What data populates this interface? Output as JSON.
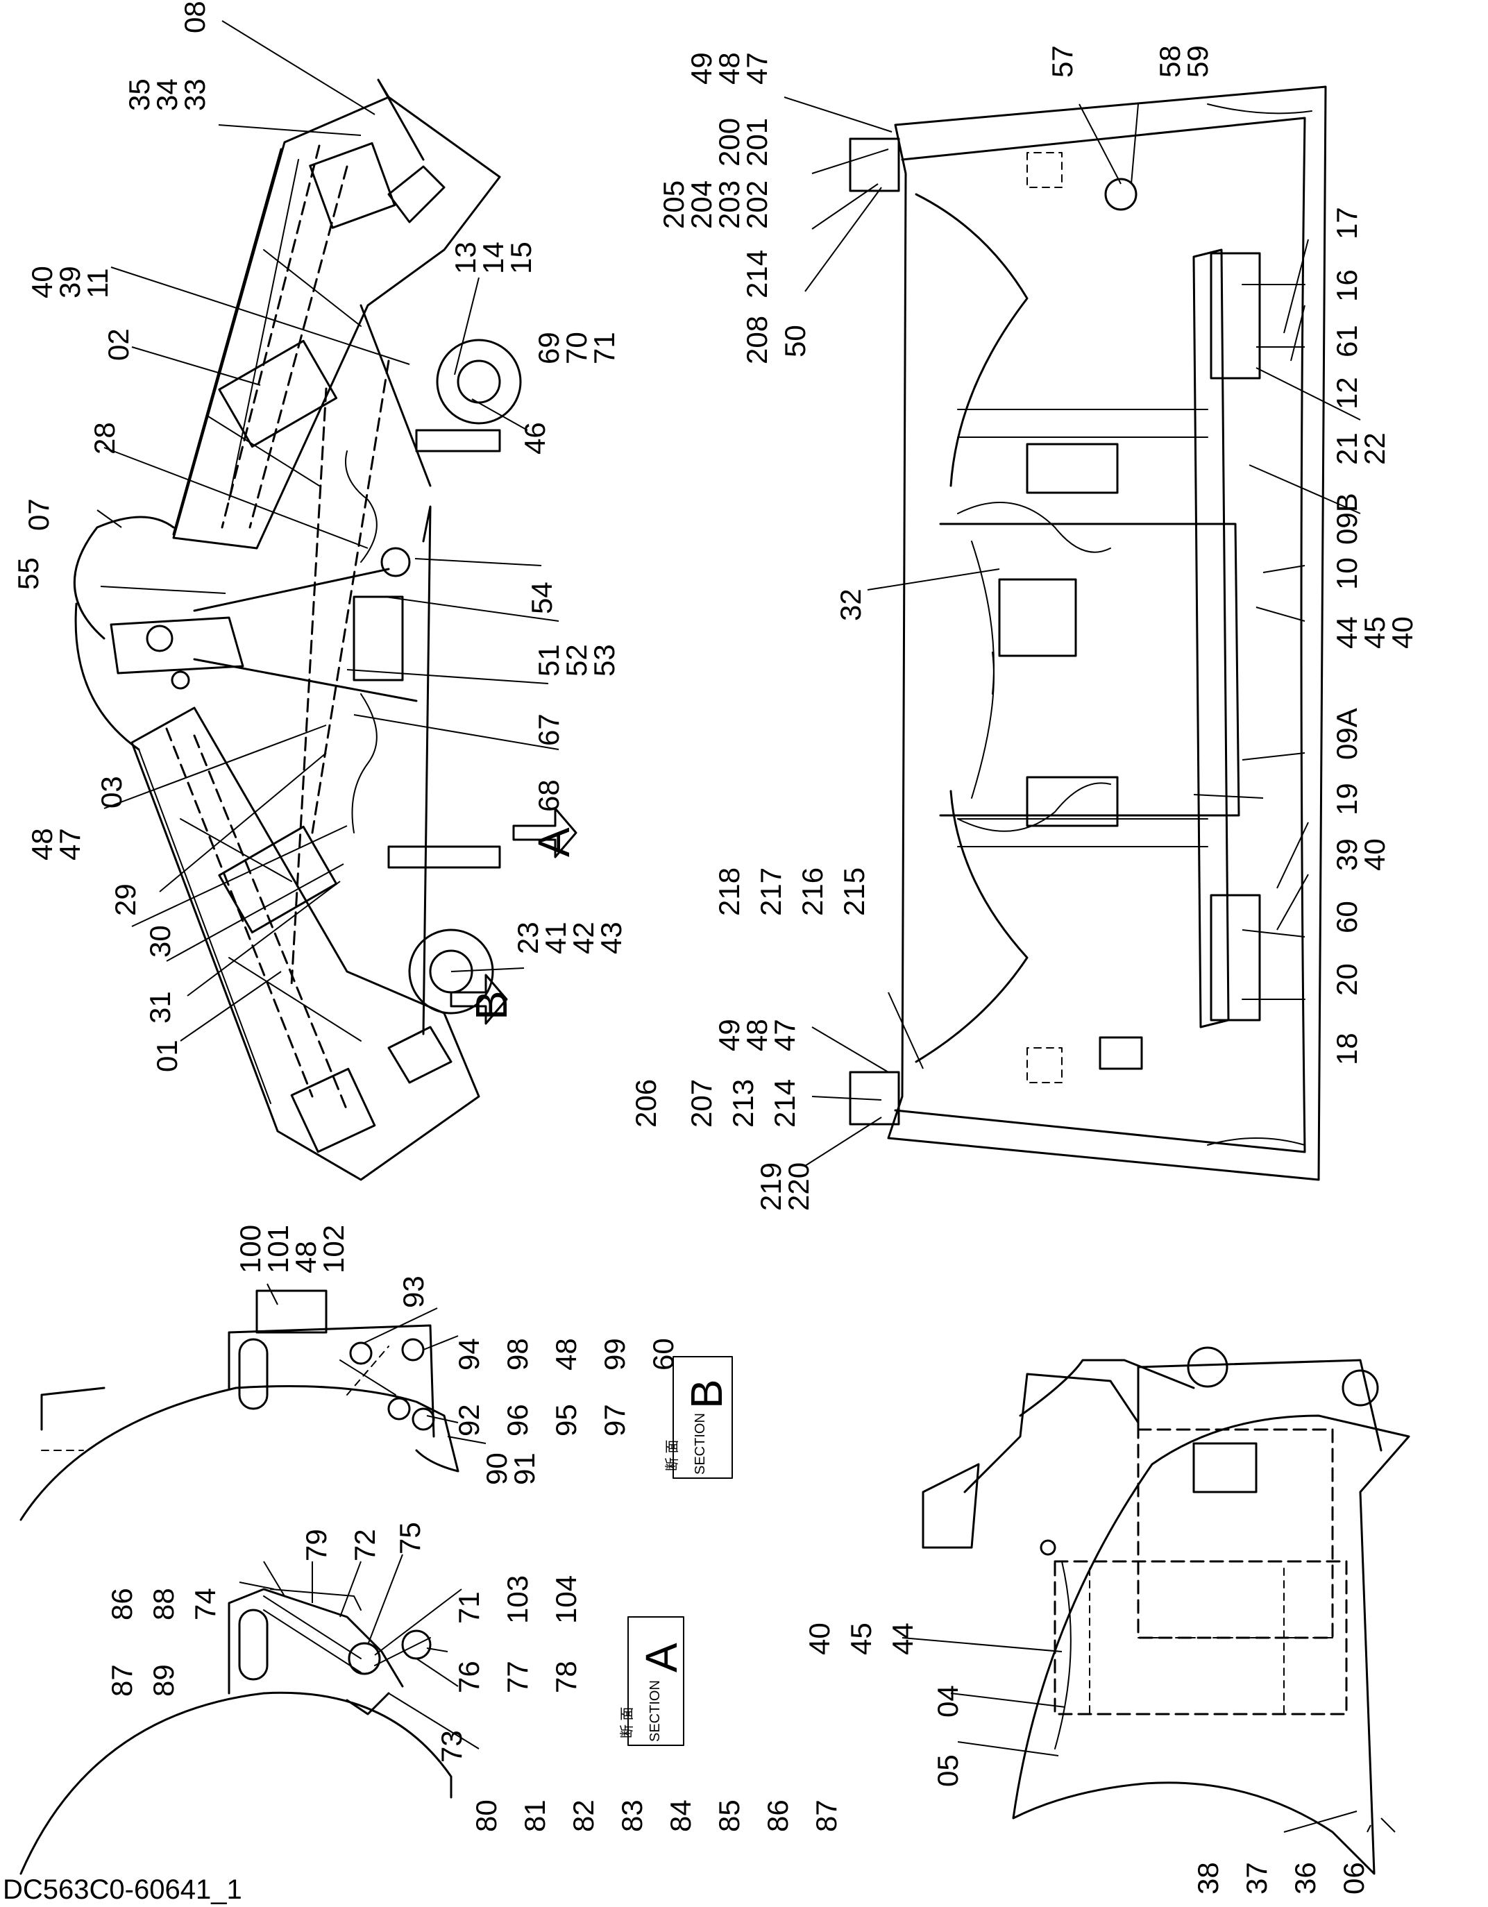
{
  "drawing_id": "DC563C0-60641_1",
  "upper_left_view": {
    "callouts": [
      {
        "id": "08",
        "label": "08"
      },
      {
        "id": "35",
        "label": "35"
      },
      {
        "id": "34",
        "label": "34"
      },
      {
        "id": "33",
        "label": "33"
      },
      {
        "id": "40",
        "label": "40"
      },
      {
        "id": "39",
        "label": "39"
      },
      {
        "id": "11",
        "label": "11"
      },
      {
        "id": "13",
        "label": "13"
      },
      {
        "id": "14",
        "label": "14"
      },
      {
        "id": "15",
        "label": "15"
      },
      {
        "id": "02",
        "label": "02"
      },
      {
        "id": "69",
        "label": "69"
      },
      {
        "id": "70",
        "label": "70"
      },
      {
        "id": "71",
        "label": "71"
      },
      {
        "id": "28",
        "label": "28"
      },
      {
        "id": "46",
        "label": "46"
      },
      {
        "id": "07",
        "label": "07"
      },
      {
        "id": "55",
        "label": "55"
      },
      {
        "id": "54",
        "label": "54"
      },
      {
        "id": "51",
        "label": "51"
      },
      {
        "id": "52",
        "label": "52"
      },
      {
        "id": "53",
        "label": "53"
      },
      {
        "id": "67",
        "label": "67"
      },
      {
        "id": "68",
        "label": "68"
      },
      {
        "id": "48",
        "label": "48"
      },
      {
        "id": "03",
        "label": "03"
      },
      {
        "id": "47",
        "label": "47"
      },
      {
        "id": "29",
        "label": "29"
      },
      {
        "id": "30",
        "label": "30"
      },
      {
        "id": "31",
        "label": "31"
      },
      {
        "id": "01",
        "label": "01"
      },
      {
        "id": "23",
        "label": "23"
      },
      {
        "id": "41",
        "label": "41"
      },
      {
        "id": "42",
        "label": "42"
      },
      {
        "id": "43",
        "label": "43"
      }
    ],
    "view_marks": [
      "A",
      "B"
    ]
  },
  "upper_right_view": {
    "callouts": [
      {
        "id": "49",
        "label": "49"
      },
      {
        "id": "48",
        "label": "48"
      },
      {
        "id": "47",
        "label": "47"
      },
      {
        "id": "57",
        "label": "57"
      },
      {
        "id": "58",
        "label": "58"
      },
      {
        "id": "59",
        "label": "59"
      },
      {
        "id": "200",
        "label": "200"
      },
      {
        "id": "201",
        "label": "201"
      },
      {
        "id": "205",
        "label": "205"
      },
      {
        "id": "204",
        "label": "204"
      },
      {
        "id": "203",
        "label": "203"
      },
      {
        "id": "202",
        "label": "202"
      },
      {
        "id": "214",
        "label": "214"
      },
      {
        "id": "208",
        "label": "208"
      },
      {
        "id": "50",
        "label": "50"
      },
      {
        "id": "17",
        "label": "17"
      },
      {
        "id": "16",
        "label": "16"
      },
      {
        "id": "61",
        "label": "61"
      },
      {
        "id": "12",
        "label": "12"
      },
      {
        "id": "21",
        "label": "21"
      },
      {
        "id": "22",
        "label": "22"
      },
      {
        "id": "09B",
        "label": "09B"
      },
      {
        "id": "32",
        "label": "32"
      },
      {
        "id": "10",
        "label": "10"
      },
      {
        "id": "44",
        "label": "44"
      },
      {
        "id": "45",
        "label": "45"
      },
      {
        "id": "40b",
        "label": "40"
      },
      {
        "id": "09A",
        "label": "09A"
      },
      {
        "id": "19",
        "label": "19"
      },
      {
        "id": "39b",
        "label": "39"
      },
      {
        "id": "40c",
        "label": "40"
      },
      {
        "id": "60",
        "label": "60"
      },
      {
        "id": "20",
        "label": "20"
      },
      {
        "id": "18",
        "label": "18"
      },
      {
        "id": "218",
        "label": "218"
      },
      {
        "id": "217",
        "label": "217"
      },
      {
        "id": "216",
        "label": "216"
      },
      {
        "id": "215",
        "label": "215"
      },
      {
        "id": "49b",
        "label": "49"
      },
      {
        "id": "48b",
        "label": "48"
      },
      {
        "id": "47b",
        "label": "47"
      },
      {
        "id": "206",
        "label": "206"
      },
      {
        "id": "207",
        "label": "207"
      },
      {
        "id": "213",
        "label": "213"
      },
      {
        "id": "214b",
        "label": "214"
      },
      {
        "id": "219",
        "label": "219"
      },
      {
        "id": "220",
        "label": "220"
      }
    ]
  },
  "section_b": {
    "title_letter": "B",
    "caption_kanji": "断 面",
    "caption_en": "SECTION",
    "callouts": [
      {
        "id": "100",
        "label": "100"
      },
      {
        "id": "101",
        "label": "101"
      },
      {
        "id": "48",
        "label": "48"
      },
      {
        "id": "102",
        "label": "102"
      },
      {
        "id": "93",
        "label": "93"
      },
      {
        "id": "94",
        "label": "94"
      },
      {
        "id": "98",
        "label": "98"
      },
      {
        "id": "48b",
        "label": "48"
      },
      {
        "id": "99",
        "label": "99"
      },
      {
        "id": "60",
        "label": "60"
      },
      {
        "id": "92",
        "label": "92"
      },
      {
        "id": "96",
        "label": "96"
      },
      {
        "id": "95",
        "label": "95"
      },
      {
        "id": "97",
        "label": "97"
      },
      {
        "id": "90",
        "label": "90"
      },
      {
        "id": "91",
        "label": "91"
      }
    ]
  },
  "section_a": {
    "title_letter": "A",
    "caption_kanji": "断 面",
    "caption_en": "SECTION",
    "callouts": [
      {
        "id": "86",
        "label": "86"
      },
      {
        "id": "88",
        "label": "88"
      },
      {
        "id": "74",
        "label": "74"
      },
      {
        "id": "79",
        "label": "79"
      },
      {
        "id": "72",
        "label": "72"
      },
      {
        "id": "75",
        "label": "75"
      },
      {
        "id": "71",
        "label": "71"
      },
      {
        "id": "103",
        "label": "103"
      },
      {
        "id": "104",
        "label": "104"
      },
      {
        "id": "87",
        "label": "87"
      },
      {
        "id": "89",
        "label": "89"
      },
      {
        "id": "76",
        "label": "76"
      },
      {
        "id": "77",
        "label": "77"
      },
      {
        "id": "78",
        "label": "78"
      },
      {
        "id": "73",
        "label": "73"
      },
      {
        "id": "80",
        "label": "80"
      },
      {
        "id": "81",
        "label": "81"
      },
      {
        "id": "82",
        "label": "82"
      },
      {
        "id": "83",
        "label": "83"
      },
      {
        "id": "84",
        "label": "84"
      },
      {
        "id": "85",
        "label": "85"
      },
      {
        "id": "86b",
        "label": "86"
      },
      {
        "id": "87b",
        "label": "87"
      }
    ]
  },
  "lower_right_view": {
    "callouts": [
      {
        "id": "40",
        "label": "40"
      },
      {
        "id": "45",
        "label": "45"
      },
      {
        "id": "44",
        "label": "44"
      },
      {
        "id": "04",
        "label": "04"
      },
      {
        "id": "05",
        "label": "05"
      },
      {
        "id": "38",
        "label": "38"
      },
      {
        "id": "37",
        "label": "37"
      },
      {
        "id": "36",
        "label": "36"
      },
      {
        "id": "06",
        "label": "06"
      }
    ]
  }
}
